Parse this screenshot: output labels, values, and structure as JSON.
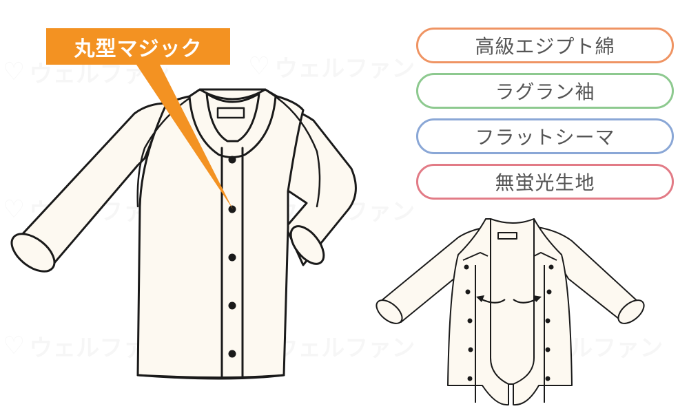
{
  "callout": {
    "label": "丸型マジック",
    "color": "#f39222"
  },
  "features": [
    {
      "label": "高級エジプト綿",
      "border_color": "#ef9463"
    },
    {
      "label": "ラグラン袖",
      "border_color": "#8dc98f"
    },
    {
      "label": "フラットシーマ",
      "border_color": "#8aa7d6"
    },
    {
      "label": "無蛍光生地",
      "border_color": "#e27b86"
    }
  ],
  "watermark": {
    "text": "ウェルファン",
    "icon": "heart-icon"
  },
  "illustrations": {
    "main_shirt": {
      "buttons": 5,
      "fabric_color": "#fdf9f1",
      "outline_color": "#1a1a1a"
    },
    "open_shirt": {
      "buttons_per_side": 5,
      "arrows": "open-outward"
    }
  }
}
